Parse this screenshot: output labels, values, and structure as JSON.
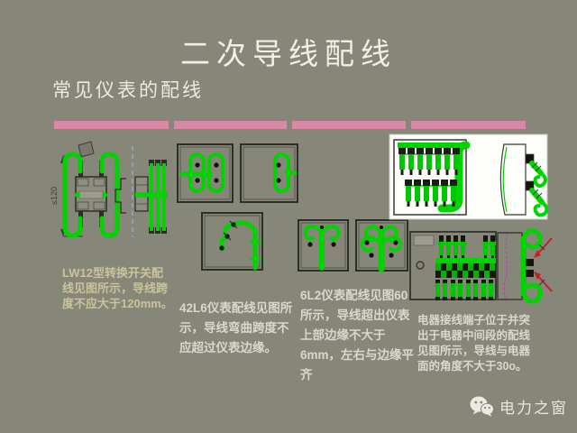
{
  "slide": {
    "title": "二次导线配线",
    "subtitle": "常见仪表的配线"
  },
  "captions": {
    "lw12": "LW12型转换开关配线见图所示，导线跨度不应大于120mm。",
    "m42l6": "42L6仪表配线见图所示，导线弯曲跨度不应超过仪表边缘。",
    "m6l2": "6L2仪表配线见图60所示，导线超出仪表上部边缘不大于6mm，左右与边缘平齐",
    "relay": "电器接线端子位于并突出于电器中间段的配线见图所示，导线与电器面的角度不大于30o。"
  },
  "diagram": {
    "dimension_label": "≤120"
  },
  "watermark": {
    "brand": "电力之窗"
  },
  "colors": {
    "background": "#868679",
    "divider_pink": "#D989A5",
    "wire_green": "#00D400",
    "caption_warm": "#CBC49A",
    "caption_light": "#D8D8CE",
    "inset_white": "#FDFDFB",
    "dashed_lavender": "#9D9DD9",
    "dashed_magenta": "#C23FC2",
    "arrow_red": "#C42222"
  }
}
